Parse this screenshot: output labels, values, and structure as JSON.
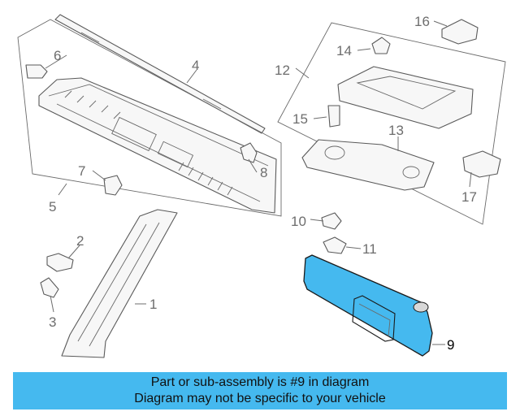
{
  "callouts": [
    {
      "id": "1",
      "label": "1"
    },
    {
      "id": "2",
      "label": "2"
    },
    {
      "id": "3",
      "label": "3"
    },
    {
      "id": "4",
      "label": "4"
    },
    {
      "id": "5",
      "label": "5"
    },
    {
      "id": "6",
      "label": "6"
    },
    {
      "id": "7",
      "label": "7"
    },
    {
      "id": "8",
      "label": "8"
    },
    {
      "id": "9",
      "label": "9"
    },
    {
      "id": "10",
      "label": "10"
    },
    {
      "id": "11",
      "label": "11"
    },
    {
      "id": "12",
      "label": "12"
    },
    {
      "id": "13",
      "label": "13"
    },
    {
      "id": "14",
      "label": "14"
    },
    {
      "id": "15",
      "label": "15"
    },
    {
      "id": "16",
      "label": "16"
    },
    {
      "id": "17",
      "label": "17"
    }
  ],
  "highlight": {
    "part": "9",
    "color": "#45b9ef"
  },
  "banner": {
    "line1": "Part or sub-assembly is #9 in diagram",
    "line2": "Diagram may not be specific to your vehicle",
    "color": "#45b9ef"
  }
}
